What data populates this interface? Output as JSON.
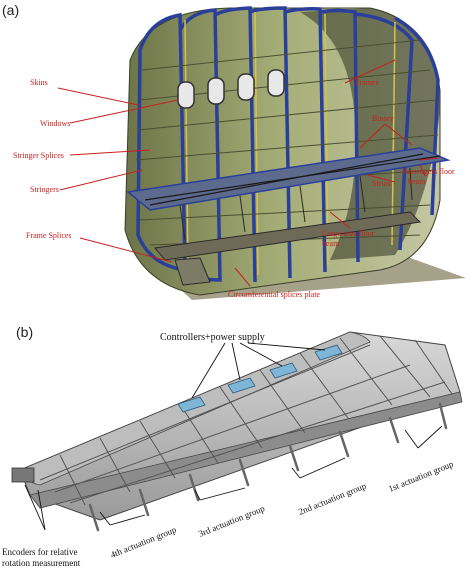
{
  "panel_a": {
    "tag": "(a)",
    "labels": {
      "skins": "Skins",
      "windows": "Windows",
      "stringer_splices": "Stringer Splices",
      "stringers": "Stringers",
      "frame_splices": "Frame Splices",
      "frames": "Frames",
      "binary": "Binary",
      "passengers_floor_beam": "Passengers floor beam",
      "struts": "Struts",
      "cargo_area_floor_beam": "Cargo area floor beam",
      "circumferential_splices_plate": "Circumferential splices plate"
    },
    "colors": {
      "annotation": "#c8201e",
      "frames": "#2a3f9a",
      "skin_fill": "#9aa56a",
      "ground": "#a6a28a"
    }
  },
  "panel_b": {
    "tag": "(b)",
    "labels": {
      "controllers": "Controllers+power supply",
      "group1": "1st actuation group",
      "group2": "2nd actuation group",
      "group3": "3rd actuation group",
      "group4": "4th actuation group",
      "encoders": "Encoders for relative rotation measurement"
    },
    "colors": {
      "wing_structure": "#8a8a8a",
      "controller_boxes": "#7fb6d8"
    }
  }
}
